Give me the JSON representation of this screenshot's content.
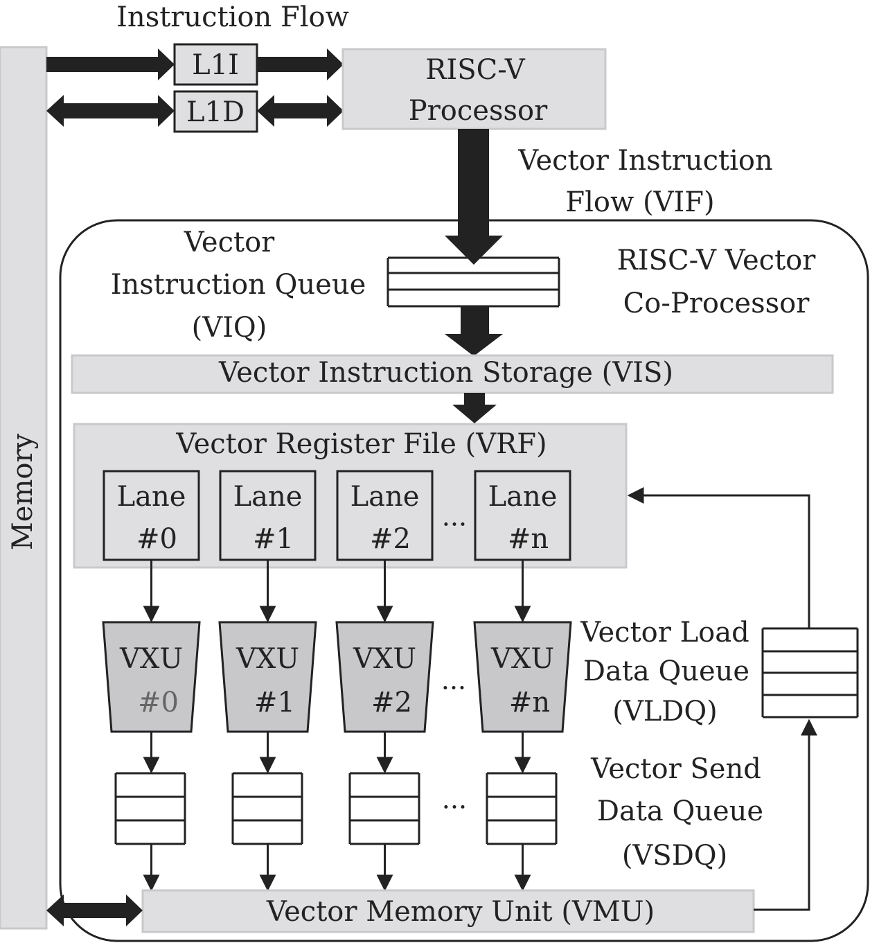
{
  "labels": {
    "instruction_flow": "Instruction Flow",
    "memory": "Memory",
    "l1i": "L1I",
    "l1d": "L1D",
    "processor_line1": "RISC-V",
    "processor_line2": "Processor",
    "vif_line1": "Vector Instruction",
    "vif_line2": "Flow (VIF)",
    "coprocessor_line1": "RISC-V Vector",
    "coprocessor_line2": "Co-Processor",
    "viq_line1": "Vector",
    "viq_line2": "Instruction Queue",
    "viq_line3": "(VIQ)",
    "vis": "Vector Instruction Storage (VIS)",
    "vrf": "Vector Register File (VRF)",
    "vldq_line1": "Vector Load",
    "vldq_line2": "Data Queue",
    "vldq_line3": "(VLDQ)",
    "vsdq_line1": "Vector Send",
    "vsdq_line2": "Data Queue",
    "vsdq_line3": "(VSDQ)",
    "vmu": "Vector Memory Unit (VMU)",
    "ellipsis": "···"
  },
  "lanes": [
    {
      "title": "Lane",
      "id": "#0"
    },
    {
      "title": "Lane",
      "id": "#1"
    },
    {
      "title": "Lane",
      "id": "#2"
    },
    {
      "title": "Lane",
      "id": "#n"
    }
  ],
  "vxus": [
    {
      "title": "VXU",
      "id": "#0"
    },
    {
      "title": "VXU",
      "id": "#1"
    },
    {
      "title": "VXU",
      "id": "#2"
    },
    {
      "title": "VXU",
      "id": "#n"
    }
  ],
  "colors": {
    "box_fill": "#dfdfe1",
    "vxu_fill": "#c8c8cb",
    "arrow": "#222222"
  }
}
